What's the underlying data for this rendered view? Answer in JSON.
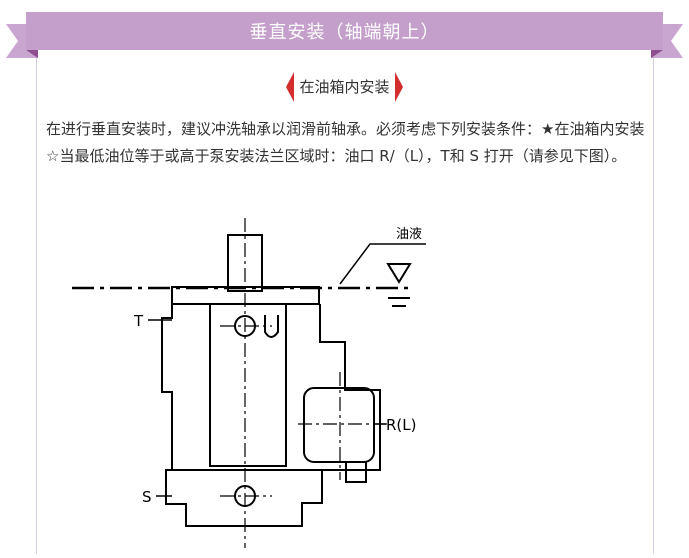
{
  "header": {
    "title": "垂直安装（轴端朝上）"
  },
  "section": {
    "subtitle": "在油箱内安装"
  },
  "body": {
    "paragraph": "在进行垂直安装时，建议冲洗轴承以润滑前轴承。必须考虑下列安装条件：★在油箱内安装☆当最低油位等于或高于泵安装法兰区域时：油口 R/（L），T和 S 打开（请参见下图）。"
  },
  "diagram": {
    "label_oil": "油液",
    "label_t": "T",
    "label_u": "U",
    "label_rl": "R(L)",
    "label_s": "S"
  },
  "colors": {
    "ribbon": "#c49fcb",
    "ribbon_fold": "#8e4f8f",
    "arrow": "#d42d2d"
  }
}
